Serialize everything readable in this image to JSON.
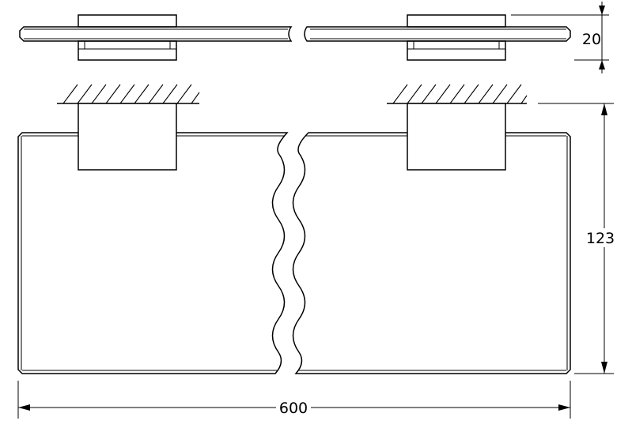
{
  "dimensions": {
    "thickness": "20",
    "height": "123",
    "width": "600"
  }
}
